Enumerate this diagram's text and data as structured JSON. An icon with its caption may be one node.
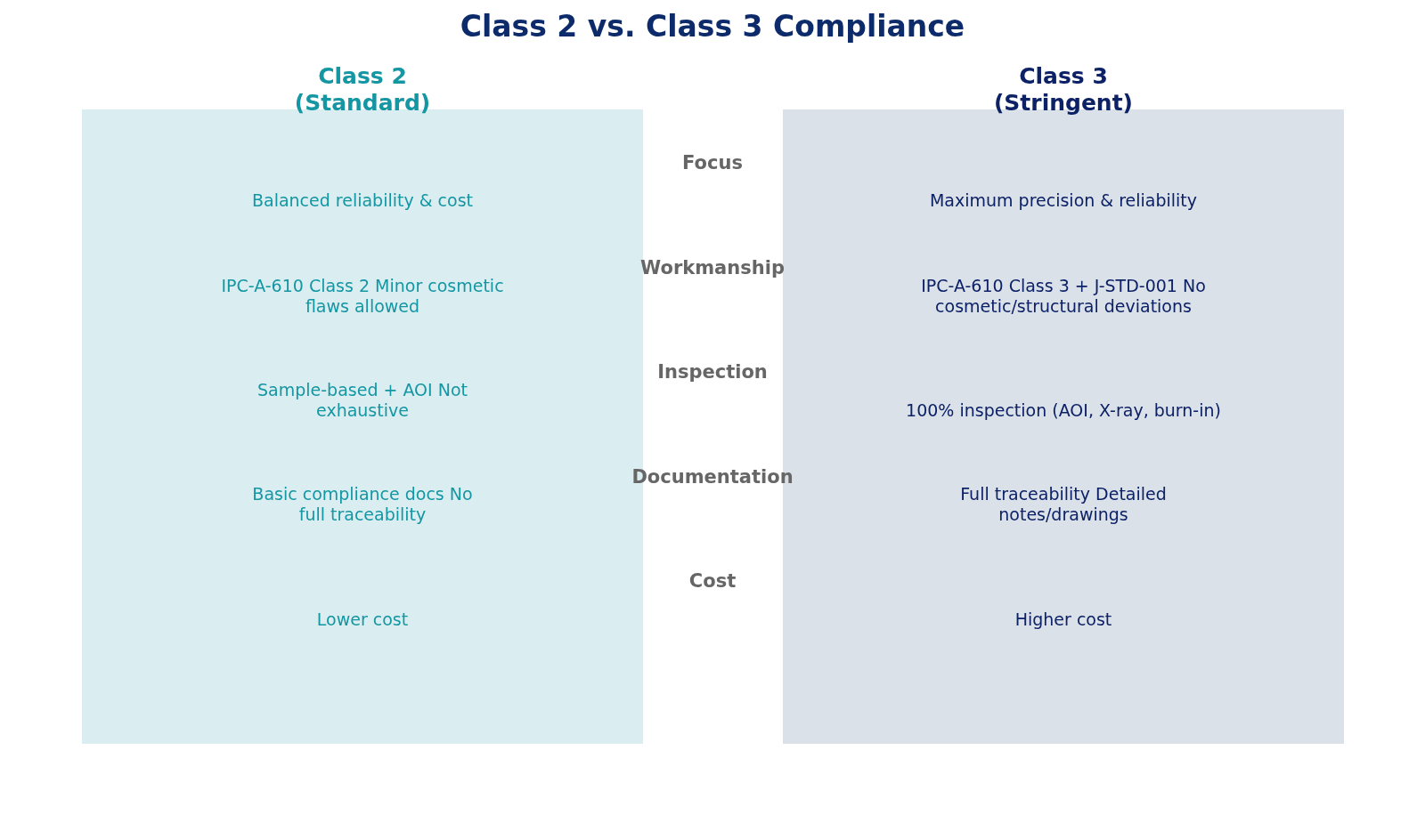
{
  "diagram": {
    "title": "Class 2 vs. Class 3 Compliance",
    "nodes": [
      {
        "text": [
          "Class 2 (Standard)",
          "Balanced reliability & cost",
          "IPC-A-610 Class 2 Minor cosmetic flaws allowed",
          "Sample-based + AOI Not exhaustive",
          "Basic compliance docs No full traceability",
          "Lower cost"
        ]
      },
      {
        "text": [
          "Class 3 (Stringent)",
          "Maximum precision & reliability",
          "IPC-A-610 Class 3 + J-STD-001 No cosmetic/structural deviations",
          "100% inspection (AOI, X-ray, burn-in)",
          "Full traceability Detailed notes/drawings",
          "Higher cost"
        ]
      }
    ],
    "labels": [
      "Focus",
      "Workmanship",
      "Inspection",
      "Documentation",
      "Cost"
    ]
  }
}
